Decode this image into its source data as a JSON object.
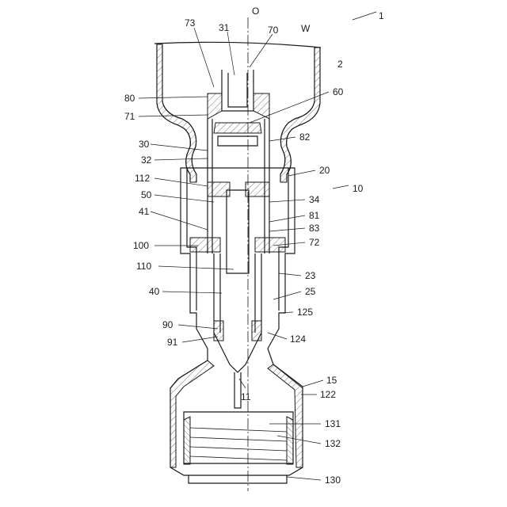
{
  "figure": {
    "ref_number": "1",
    "axis_label": "O",
    "labels": [
      {
        "id": "w",
        "text": "W"
      },
      {
        "id": "n2",
        "text": "2"
      },
      {
        "id": "n73",
        "text": "73"
      },
      {
        "id": "n31",
        "text": "31"
      },
      {
        "id": "n70",
        "text": "70"
      },
      {
        "id": "n80",
        "text": "80"
      },
      {
        "id": "n60",
        "text": "60"
      },
      {
        "id": "n71",
        "text": "71"
      },
      {
        "id": "n82",
        "text": "82"
      },
      {
        "id": "n30",
        "text": "30"
      },
      {
        "id": "n32",
        "text": "32"
      },
      {
        "id": "n20",
        "text": "20"
      },
      {
        "id": "n10",
        "text": "10"
      },
      {
        "id": "n112",
        "text": "112"
      },
      {
        "id": "n50",
        "text": "50"
      },
      {
        "id": "n34",
        "text": "34"
      },
      {
        "id": "n41",
        "text": "41"
      },
      {
        "id": "n81",
        "text": "81"
      },
      {
        "id": "n83",
        "text": "83"
      },
      {
        "id": "n100",
        "text": "100"
      },
      {
        "id": "n72",
        "text": "72"
      },
      {
        "id": "n110",
        "text": "110"
      },
      {
        "id": "n23",
        "text": "23"
      },
      {
        "id": "n40",
        "text": "40"
      },
      {
        "id": "n25",
        "text": "25"
      },
      {
        "id": "n125",
        "text": "125"
      },
      {
        "id": "n90",
        "text": "90"
      },
      {
        "id": "n124",
        "text": "124"
      },
      {
        "id": "n91",
        "text": "91"
      },
      {
        "id": "n15",
        "text": "15"
      },
      {
        "id": "n11",
        "text": "11"
      },
      {
        "id": "n122",
        "text": "122"
      },
      {
        "id": "n131",
        "text": "131"
      },
      {
        "id": "n132",
        "text": "132"
      },
      {
        "id": "n130",
        "text": "130"
      }
    ]
  }
}
